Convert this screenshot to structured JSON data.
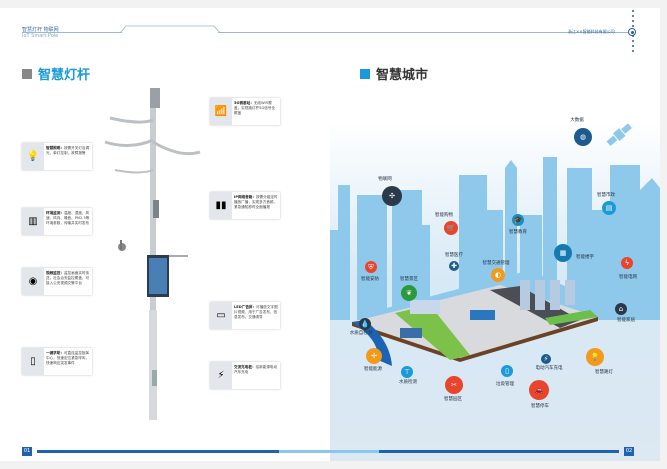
{
  "left_page": {
    "brand_cn": "智慧灯杆 物联网",
    "brand_en": "IoT Smart Pole",
    "title": "智慧灯杆",
    "page_number": "01",
    "cards": [
      {
        "icon": "lightbulb-icon",
        "glyph": "💡",
        "title": "智慧照明：",
        "text": "按需开关灯及调光，单灯控制，故障报警"
      },
      {
        "icon": "weather-sensor-icon",
        "glyph": "▥",
        "title": "环境监测：",
        "text": "温度、湿度、风速、风向、噪音、PM2.5等环境参数，传输并实时发布"
      },
      {
        "icon": "dome-camera-icon",
        "glyph": "◉",
        "title": "视频监控：",
        "text": "监控画面实时传送，社会治安监控覆盖，可接入公安视频交警平台"
      },
      {
        "icon": "emergency-call-icon",
        "glyph": "▯",
        "title": "一键求助：",
        "text": "可直连监控指挥中心，快速定位紧急呼叫，快速响应突发事件"
      },
      {
        "icon": "wifi-icon",
        "glyph": "📶",
        "title": "5G微基站：",
        "text": "无线WiFi覆盖，实现路灯杆5G信号全覆盖"
      },
      {
        "icon": "ip-broadcast-icon",
        "glyph": "▮▮",
        "title": "IP网络音箱：",
        "text": "按需分组定时播放广播，实现多方音频，紧急通知即时全面播报"
      },
      {
        "icon": "led-screen-icon",
        "glyph": "▭",
        "title": "LED广告屏：",
        "text": "可播放文字图片视频，用于广告发布、信息发布，交通诱导"
      },
      {
        "icon": "ev-charger-icon",
        "glyph": "⚡",
        "title": "交流充电桩：",
        "text": "给新能源电动汽车充电"
      }
    ]
  },
  "right_page": {
    "title": "智慧城市",
    "company": "浙江××智能科技有限公司",
    "page_number": "02",
    "items": [
      {
        "label": "大数据",
        "icon": "globe-icon",
        "glyph": "◍",
        "color": "#1d5a8e"
      },
      {
        "label": "物联网",
        "icon": "network-hub-icon",
        "glyph": "✣",
        "color": "#2b3a4a"
      },
      {
        "label": "智慧市政",
        "icon": "folder-icon",
        "glyph": "▤",
        "color": "#1a9ad6"
      },
      {
        "label": "智能购物",
        "icon": "shopping-cart-icon",
        "glyph": "🛒",
        "color": "#e8452c"
      },
      {
        "label": "智慧教育",
        "icon": "graduation-cap-icon",
        "glyph": "🎓",
        "color": "#1a8fbf"
      },
      {
        "label": "智慧医疗",
        "icon": "medical-icon",
        "glyph": "✚",
        "color": "#1d5a8e"
      },
      {
        "label": "智能楼宇",
        "icon": "building-icon",
        "glyph": "▦",
        "color": "#137bb0"
      },
      {
        "label": "智能电网",
        "icon": "power-tower-icon",
        "glyph": "ϟ",
        "color": "#e8452c"
      },
      {
        "label": "智能安防",
        "icon": "shield-icon",
        "glyph": "⛨",
        "color": "#e8452c"
      },
      {
        "label": "智慧景区",
        "icon": "leaf-icon",
        "glyph": "❦",
        "color": "#2a9a3a"
      },
      {
        "label": "智慧交通管理",
        "icon": "cctv-camera-icon",
        "glyph": "◐",
        "color": "#f39a1c"
      },
      {
        "label": "智能家居",
        "icon": "home-icon",
        "glyph": "⌂",
        "color": "#2b3a4a"
      },
      {
        "label": "水质自检测",
        "icon": "water-drop-icon",
        "glyph": "💧",
        "color": "#2b3a4a"
      },
      {
        "label": "智能能源",
        "icon": "wind-turbine-icon",
        "glyph": "✢",
        "color": "#f39a1c"
      },
      {
        "label": "水质检测",
        "icon": "faucet-icon",
        "glyph": "⊤",
        "color": "#1a9ad6"
      },
      {
        "label": "智慧园区",
        "icon": "tools-icon",
        "glyph": "✂",
        "color": "#e8452c"
      },
      {
        "label": "垃圾管理",
        "icon": "trash-bin-icon",
        "glyph": "▯",
        "color": "#1a9ad6"
      },
      {
        "label": "电动汽车充电",
        "icon": "ev-plug-icon",
        "glyph": "⚡",
        "color": "#1d5a8e"
      },
      {
        "label": "智慧路灯",
        "icon": "lightbulb-icon",
        "glyph": "💡",
        "color": "#f39a1c"
      },
      {
        "label": "智慧停车",
        "icon": "car-icon",
        "glyph": "🚗",
        "color": "#e8452c"
      }
    ]
  }
}
